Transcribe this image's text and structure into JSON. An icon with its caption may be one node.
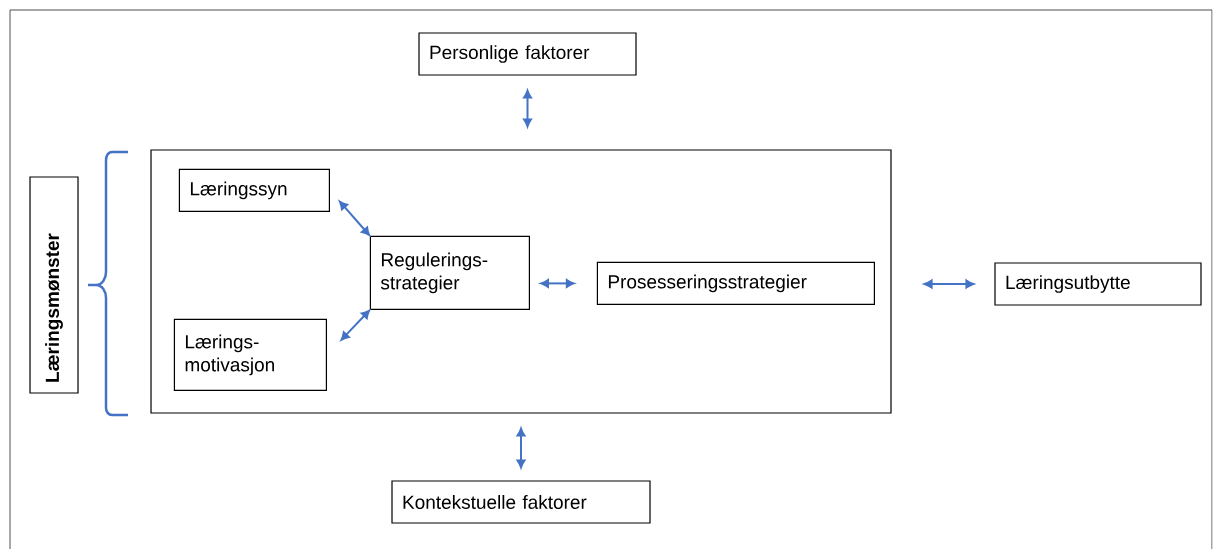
{
  "diagram": {
    "nodes": [
      {
        "text": [
          "Personlige faktorer"
        ]
      },
      {
        "text": [],
        "shape": "box"
      },
      {
        "text": [
          "Læringssyn"
        ],
        "in": 1
      },
      {
        "text": [
          "Regulerings- strategier"
        ],
        "in": 1
      },
      {
        "text": [
          "Lærings- motivasjon"
        ],
        "in": 1
      },
      {
        "text": [
          "Prosesseringsstrategier"
        ],
        "in": 1
      },
      {
        "text": [
          "Læringsutbytte"
        ]
      },
      {
        "text": [
          "Kontekstuelle faktorer"
        ]
      },
      {
        "text": [
          "Læringsmønster"
        ]
      }
    ],
    "edges": [
      {
        "from": 0,
        "to": 1,
        "arrow": "both"
      },
      {
        "from": 2,
        "to": 3,
        "arrow": "both"
      },
      {
        "from": 4,
        "to": 3,
        "arrow": "both"
      },
      {
        "from": 3,
        "to": 5,
        "arrow": "both"
      },
      {
        "from": 1,
        "to": 6,
        "arrow": "both"
      },
      {
        "from": 7,
        "to": 1,
        "arrow": "both"
      }
    ]
  }
}
